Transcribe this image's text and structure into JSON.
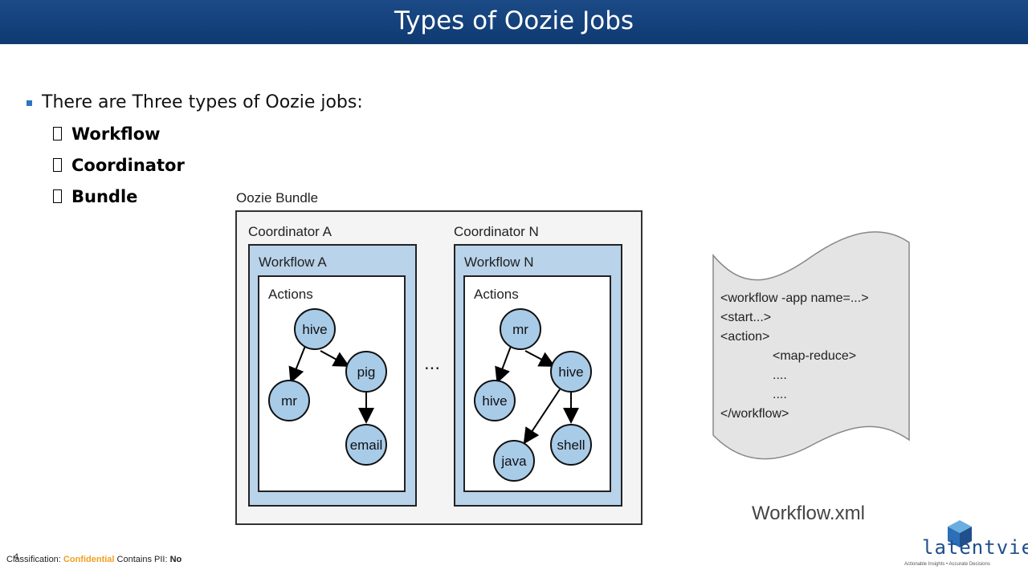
{
  "title": "Types of Oozie Jobs",
  "bullets": {
    "main": "There are Three types of Oozie jobs:",
    "items": [
      "Workflow",
      "Coordinator",
      "Bundle"
    ]
  },
  "diagram": {
    "bundle_label": "Oozie Bundle",
    "coordinator_a": "Coordinator A",
    "coordinator_n": "Coordinator N",
    "workflow_a": "Workflow A",
    "workflow_n": "Workflow N",
    "actions": "Actions",
    "ellipsis": "...",
    "nodes_a": [
      "hive",
      "pig",
      "mr",
      "email"
    ],
    "nodes_n": [
      "mr",
      "hive",
      "hive",
      "java",
      "shell"
    ]
  },
  "workflow_xml": {
    "lines": [
      "<workflow -app name=...>",
      "<start...>",
      "<action>",
      "<map-reduce>",
      "....",
      "....",
      "</workflow>"
    ],
    "caption": "Workflow.xml"
  },
  "footer": {
    "page": "4",
    "classification_label": "Classification:",
    "classification_value": "Confidential",
    "pii_label": "Contains PII:",
    "pii_value": "No"
  },
  "logo": {
    "name": "latentview",
    "tagline": "Actionable Insights • Accurate Decisions"
  },
  "colors": {
    "header": "#1b4a86",
    "node_fill": "#a8cbe8",
    "panel_fill": "#b8d3ea"
  }
}
